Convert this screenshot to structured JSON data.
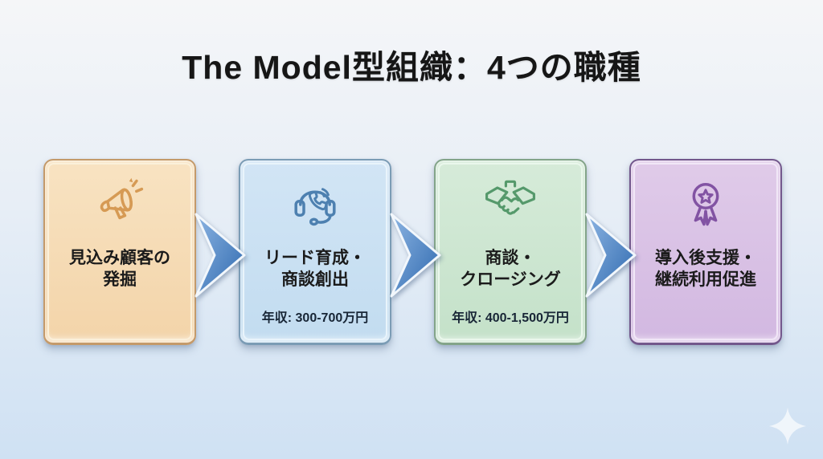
{
  "title": "The Model型組織：4つの職種",
  "colors": {
    "background_top": "#f5f6f8",
    "background_mid": "#e7eef6",
    "background_bottom": "#cfe1f3",
    "title_text": "#161616",
    "step_title_text": "#1b1b1b",
    "salary_text": "#182636",
    "arrow_gradient_start": "#8cb4e2",
    "arrow_gradient_end": "#2d68ae",
    "arrow_outline": "#f2f7fc",
    "sparkle": "#ffffff"
  },
  "steps": [
    {
      "icon": "megaphone-icon",
      "title_lines": [
        "見込み顧客の",
        "発掘"
      ],
      "colors": {
        "bg1": "#f8e3c2",
        "bg2": "#f3d4a9",
        "border": "#c49a6a",
        "inner": "#fbf0da",
        "icon": "#d69a54"
      }
    },
    {
      "icon": "headset-phone-icon",
      "title_lines": [
        "リード育成・",
        "商談創出"
      ],
      "salary": "年収: 300-700万円",
      "colors": {
        "bg1": "#d2e5f5",
        "bg2": "#c2dcf0",
        "border": "#7b9cb5",
        "inner": "#e9f4fb",
        "icon": "#4d80b0"
      }
    },
    {
      "icon": "handshake-icon",
      "title_lines": [
        "商談・",
        "クロージング"
      ],
      "salary": "年収: 400-1,500万円",
      "colors": {
        "bg1": "#d6ebd9",
        "bg2": "#c4e1c9",
        "border": "#83a489",
        "inner": "#eaf7ec",
        "icon": "#55996b"
      }
    },
    {
      "icon": "award-ribbon-icon",
      "title_lines": [
        "導入後支援・",
        "継続利用促進"
      ],
      "colors": {
        "bg1": "#e0cbe9",
        "bg2": "#d2b8e1",
        "border": "#73588c",
        "inner": "#f1e7f7",
        "icon": "#8253a3"
      }
    }
  ]
}
